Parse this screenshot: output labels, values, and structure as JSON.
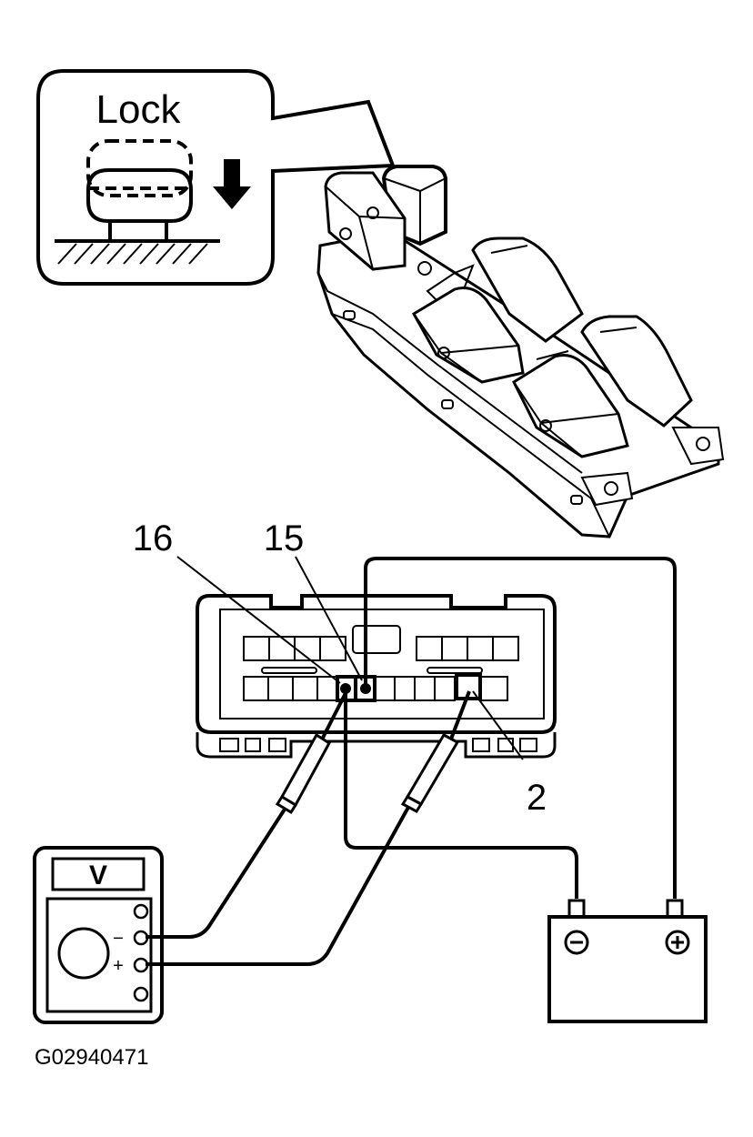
{
  "inset": {
    "label": "Lock"
  },
  "connector": {
    "labels": [
      {
        "id": "terminal-16",
        "text": "16"
      },
      {
        "id": "terminal-15",
        "text": "15"
      },
      {
        "id": "terminal-2",
        "text": "2"
      }
    ]
  },
  "meter": {
    "display": "V",
    "minus": "−",
    "plus": "+"
  },
  "battery": {
    "neg": "⊖",
    "pos": "⊕"
  },
  "figure_code": "G02940471"
}
